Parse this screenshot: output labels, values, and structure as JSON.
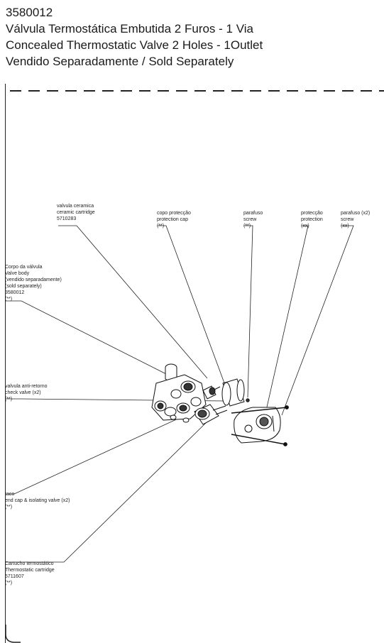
{
  "header": {
    "product_code": "3580012",
    "title_pt": "Válvula Termostática Embutida 2 Furos - 1 Via",
    "title_en": "Concealed Thermostatic Valve 2 Holes - 1Outlet",
    "sold_separately": "Vendido Separadamente / Sold Separately"
  },
  "callouts": {
    "ceramic_cartridge": [
      "valvula ceramica",
      "ceramic cartridge",
      "5710283"
    ],
    "protection_cap": [
      "copo protecção",
      "protection cap",
      "(**)"
    ],
    "screw_1": [
      "parafuso",
      "screw",
      "(**)"
    ],
    "protection": [
      "protecção",
      "protection",
      "(xx)"
    ],
    "screw_2": [
      "parafuso (x2)",
      "screw",
      "(xx)"
    ],
    "valve_body": [
      "Corpo da válvula",
      "Valve body",
      "(vendido separadamente)",
      "(sold separately)",
      "3580012",
      "(**)"
    ],
    "check_valve": [
      "valvula anti-retorno",
      "check valve (x2)",
      "(**)"
    ],
    "end_cap": [
      "taco",
      "end cap & isolating valve (x2)",
      "(**)"
    ],
    "thermostatic_cartridge": [
      "Cartucho termostático",
      "Thermostatic cartridge",
      "5711607",
      "(**)"
    ]
  }
}
